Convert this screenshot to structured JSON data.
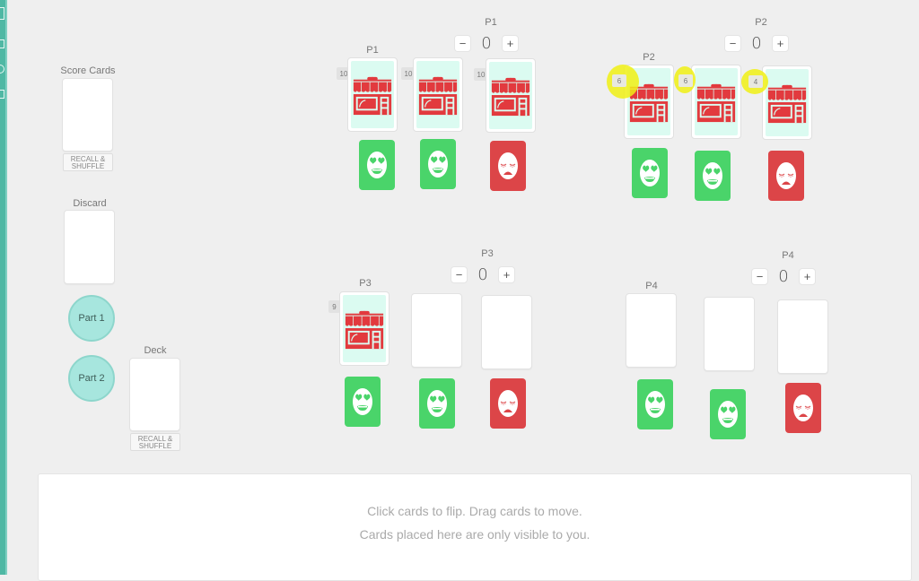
{
  "colors": {
    "sidebar": "#4fb8a4",
    "part_button": "#a7e6de",
    "shop_red": "#e23a3e",
    "shop_bg": "#dbfbf1",
    "face_green": "#4ad46a",
    "face_red": "#dc4548",
    "highlight": "#f0f014"
  },
  "left_panel": {
    "score_cards": {
      "label": "Score Cards",
      "recall_label_1": "RECALL &",
      "recall_label_2": "SHUFFLE"
    },
    "discard": {
      "label": "Discard"
    },
    "part1": {
      "label": "Part 1"
    },
    "part2": {
      "label": "Part 2"
    },
    "deck": {
      "label": "Deck",
      "recall_label_1": "RECALL &",
      "recall_label_2": "SHUFFLE"
    }
  },
  "players": [
    {
      "id": "P1",
      "area_label": "P1",
      "counter_label": "P1",
      "score": "0",
      "minus": "−",
      "plus": "+",
      "shop_cards": [
        {
          "badge": "10",
          "face": "up"
        },
        {
          "badge": "10",
          "face": "up"
        },
        {
          "badge": "10",
          "face": "up"
        }
      ],
      "face_cards": [
        {
          "type": "happy",
          "color": "green"
        },
        {
          "type": "happy",
          "color": "green"
        },
        {
          "type": "sad",
          "color": "red"
        }
      ]
    },
    {
      "id": "P2",
      "area_label": "P2",
      "counter_label": "P2",
      "score": "0",
      "minus": "−",
      "plus": "+",
      "shop_cards": [
        {
          "badge": "6",
          "face": "up",
          "highlighted": true
        },
        {
          "badge": "6",
          "face": "up",
          "highlighted": true
        },
        {
          "badge": "4",
          "face": "up",
          "highlighted": true
        }
      ],
      "face_cards": [
        {
          "type": "happy",
          "color": "green"
        },
        {
          "type": "happy",
          "color": "green"
        },
        {
          "type": "sad",
          "color": "red"
        }
      ]
    },
    {
      "id": "P3",
      "area_label": "P3",
      "counter_label": "P3",
      "score": "0",
      "minus": "−",
      "plus": "+",
      "shop_cards": [
        {
          "badge": "9",
          "face": "up"
        },
        {
          "face": "empty"
        },
        {
          "face": "empty"
        }
      ],
      "face_cards": [
        {
          "type": "happy",
          "color": "green"
        },
        {
          "type": "happy",
          "color": "green"
        },
        {
          "type": "sad",
          "color": "red"
        }
      ]
    },
    {
      "id": "P4",
      "area_label": "P4",
      "counter_label": "P4",
      "score": "0",
      "minus": "−",
      "plus": "+",
      "shop_cards": [
        {
          "face": "empty"
        },
        {
          "face": "empty"
        },
        {
          "face": "empty"
        }
      ],
      "face_cards": [
        {
          "type": "happy",
          "color": "green"
        },
        {
          "type": "happy",
          "color": "green"
        },
        {
          "type": "sad",
          "color": "red"
        }
      ]
    }
  ],
  "hand_area": {
    "line1": "Click cards to flip.   Drag cards to move.",
    "line2": "Cards placed here are only visible to you."
  }
}
